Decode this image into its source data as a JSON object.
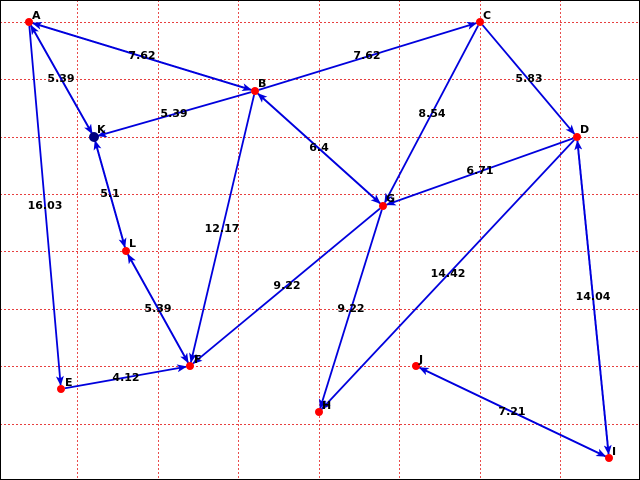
{
  "graph": {
    "nodes": [
      {
        "id": "A",
        "label": "A",
        "color": "#ff0000"
      },
      {
        "id": "B",
        "label": "B",
        "color": "#ff0000"
      },
      {
        "id": "C",
        "label": "C",
        "color": "#ff0000"
      },
      {
        "id": "D",
        "label": "D",
        "color": "#ff0000"
      },
      {
        "id": "E",
        "label": "E",
        "color": "#ff0000"
      },
      {
        "id": "F",
        "label": "F",
        "color": "#ff0000"
      },
      {
        "id": "G",
        "label": "G",
        "color": "#ff0000"
      },
      {
        "id": "H",
        "label": "H",
        "color": "#ff0000"
      },
      {
        "id": "I",
        "label": "I",
        "color": "#ff0000"
      },
      {
        "id": "J",
        "label": "J",
        "color": "#ff0000"
      },
      {
        "id": "K",
        "label": "K",
        "color": "#000080"
      },
      {
        "id": "L",
        "label": "L",
        "color": "#ff0000"
      }
    ],
    "edges": [
      {
        "from": "A",
        "to": "B",
        "label": "7.62",
        "bidirectional": true
      },
      {
        "from": "A",
        "to": "K",
        "label": "5.39",
        "bidirectional": true
      },
      {
        "from": "A",
        "to": "E",
        "label": "16.03",
        "bidirectional": false
      },
      {
        "from": "B",
        "to": "C",
        "label": "7.62",
        "bidirectional": false
      },
      {
        "from": "B",
        "to": "K",
        "label": "5.39",
        "bidirectional": false
      },
      {
        "from": "B",
        "to": "G",
        "label": "6.4",
        "bidirectional": true
      },
      {
        "from": "B",
        "to": "F",
        "label": "12.17",
        "bidirectional": false
      },
      {
        "from": "C",
        "to": "D",
        "label": "5.83",
        "bidirectional": false
      },
      {
        "from": "C",
        "to": "G",
        "label": "8.54",
        "bidirectional": false
      },
      {
        "from": "D",
        "to": "G",
        "label": "6.71",
        "bidirectional": false
      },
      {
        "from": "D",
        "to": "H",
        "label": "14.42",
        "bidirectional": false
      },
      {
        "from": "D",
        "to": "I",
        "label": "14.04",
        "bidirectional": true
      },
      {
        "from": "K",
        "to": "L",
        "label": "5.1",
        "bidirectional": true
      },
      {
        "from": "L",
        "to": "F",
        "label": "5.39",
        "bidirectional": true
      },
      {
        "from": "G",
        "to": "F",
        "label": "9.22",
        "bidirectional": false
      },
      {
        "from": "G",
        "to": "H",
        "label": "9.22",
        "bidirectional": false
      },
      {
        "from": "E",
        "to": "F",
        "label": "4.12",
        "bidirectional": false
      },
      {
        "from": "J",
        "to": "I",
        "label": "7.21",
        "bidirectional": true
      }
    ],
    "edge_color": "#0000dd",
    "grid_color": "#e00000",
    "grid": true
  }
}
